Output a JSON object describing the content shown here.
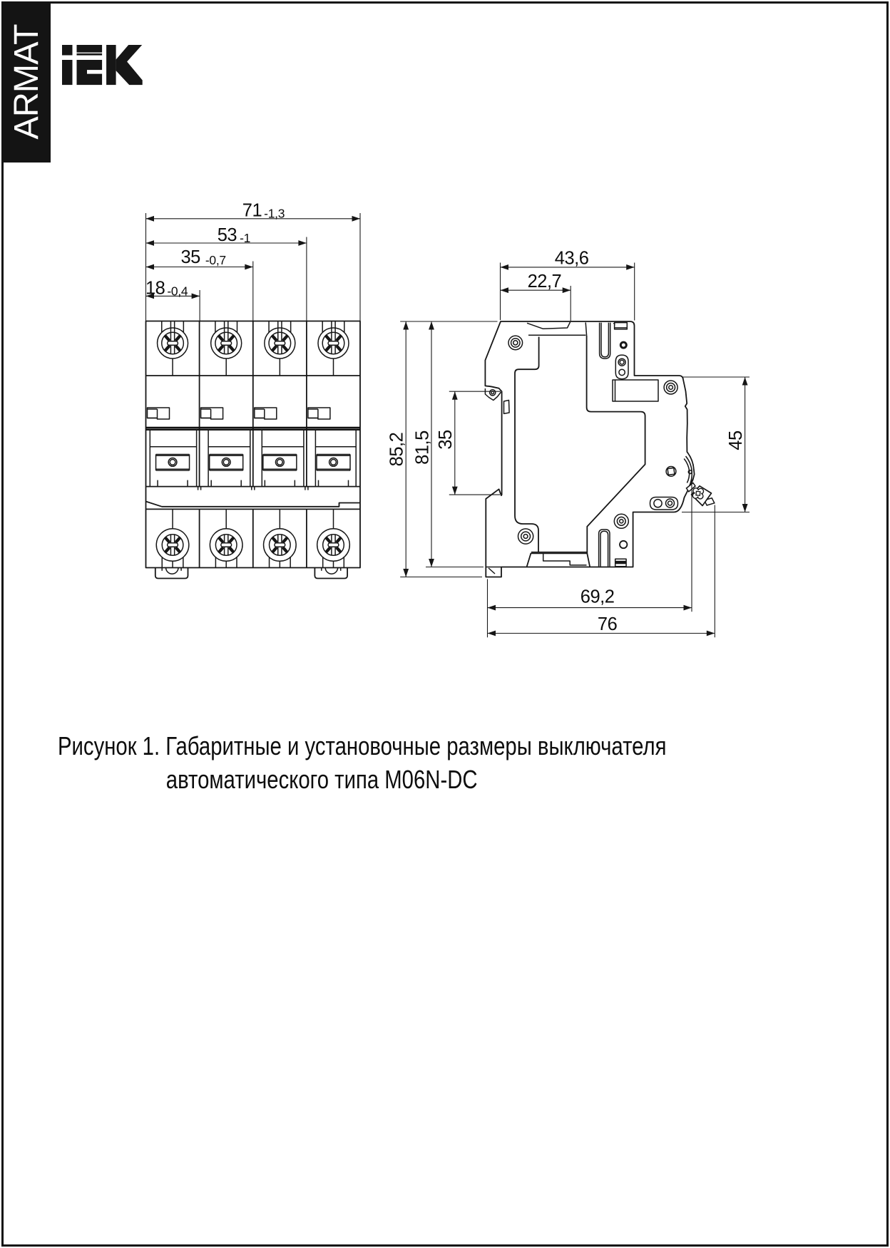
{
  "page": {
    "background": "#ffffff",
    "border_color": "#111111"
  },
  "brand": {
    "banner_text": "ARMAT",
    "banner_bg": "#141414",
    "banner_text_color": "#ffffff",
    "logo_text": "IEK",
    "logo_color": "#161616"
  },
  "figure": {
    "front_view": {
      "description": "front view of 4-pole modular circuit breaker",
      "dims": [
        {
          "value": "71",
          "tolerance": "-1,3"
        },
        {
          "value": "53",
          "tolerance": "-1"
        },
        {
          "value": "35",
          "tolerance": "-0,7"
        },
        {
          "value": "18",
          "tolerance": "-0,4"
        }
      ]
    },
    "side_view": {
      "description": "side view of modular circuit breaker",
      "dims_top": [
        {
          "value": "43,6"
        },
        {
          "value": "22,7"
        }
      ],
      "dims_left": [
        {
          "value": "85,2"
        },
        {
          "value": "81,5"
        },
        {
          "value": "35"
        }
      ],
      "dims_right": [
        {
          "value": "45"
        }
      ],
      "dims_bottom": [
        {
          "value": "69,2"
        },
        {
          "value": "76"
        }
      ]
    }
  },
  "caption": {
    "line1": "Рисунок 1. Габаритные и установочные размеры выключателя",
    "line2": "автоматического типа M06N-DC"
  }
}
